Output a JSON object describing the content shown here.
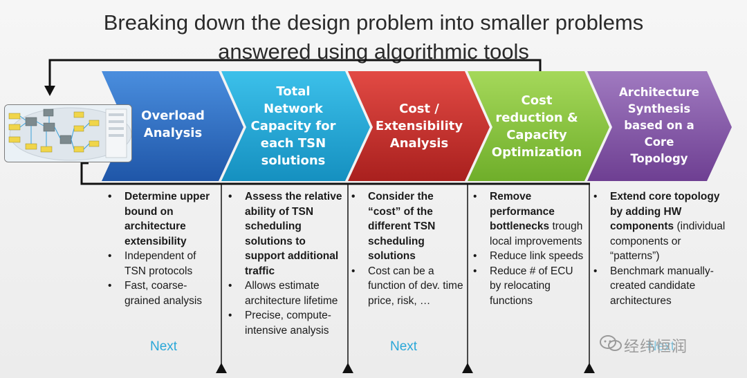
{
  "title": {
    "line1": "Breaking down the design problem into smaller problems",
    "line2": "answered using algorithmic tools"
  },
  "steps": [
    {
      "label": "Overload Analysis",
      "color": "#2e6fc4",
      "bullets": [
        {
          "text": "Determine upper bound on architecture extensibility",
          "bold": true
        },
        {
          "text": "Independent of TSN protocols",
          "bold": false
        },
        {
          "text": "Fast, coarse-grained analysis",
          "bold": false
        }
      ]
    },
    {
      "label": "Total Network Capacity for each TSN solutions",
      "color": "#21a9d6",
      "bullets": [
        {
          "text": "Assess the relative ability of TSN scheduling solutions to support additional traffic",
          "bold": true
        },
        {
          "text": "Allows estimate architecture lifetime",
          "bold": false
        },
        {
          "text": "Precise, compute-intensive analysis",
          "bold": false
        }
      ]
    },
    {
      "label": "Cost / Extensibility Analysis",
      "color": "#c9302c",
      "bullets": [
        {
          "text": "Consider the “cost” of the different TSN scheduling solutions",
          "bold": true
        },
        {
          "text": "Cost can be a function of dev. time price, risk, …",
          "bold": false
        }
      ]
    },
    {
      "label": "Cost reduction & Capacity Optimization",
      "color": "#8cc63f",
      "bullets": [
        {
          "text": "Remove performance bottlenecks",
          "bold": true,
          "rest": "trough local improvements"
        },
        {
          "text": "Reduce link speeds",
          "bold": false
        },
        {
          "text": "Reduce # of ECU by relocating functions",
          "bold": false
        }
      ]
    },
    {
      "label": "Architecture Synthesis based on a Core Topology",
      "color": "#8a5aa8",
      "bullets": [
        {
          "text": "Extend core topology by adding HW components",
          "bold": true,
          "rest": "(individual components or “patterns”)"
        },
        {
          "text": "Benchmark manually-created candidate architectures",
          "bold": false
        }
      ]
    }
  ],
  "next_links": [
    "Next",
    "Next",
    "Next"
  ],
  "watermark": "经纬恒润",
  "colors": {
    "arrow": "#111111",
    "next": "#2aa7d8"
  }
}
